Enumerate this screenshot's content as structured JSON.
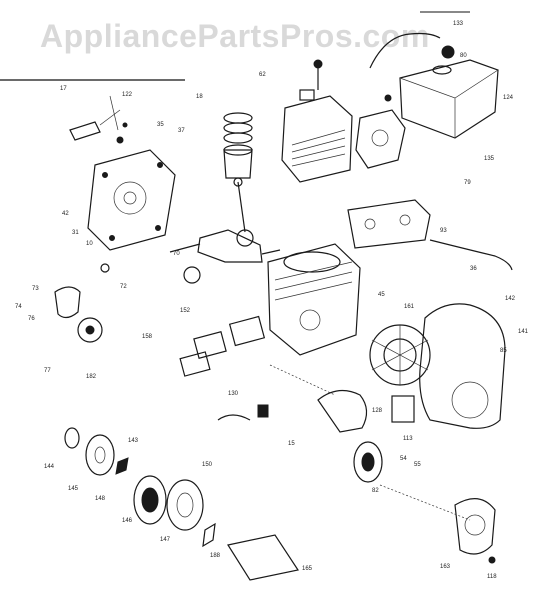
{
  "watermark": "AppliancePartsPros.com",
  "callouts": [
    {
      "id": "c133",
      "text": "133"
    },
    {
      "id": "c80",
      "text": "80"
    },
    {
      "id": "c124",
      "text": "124"
    },
    {
      "id": "c62",
      "text": "62"
    },
    {
      "id": "c17",
      "text": "17"
    },
    {
      "id": "c122",
      "text": "122"
    },
    {
      "id": "c35",
      "text": "35"
    },
    {
      "id": "c37",
      "text": "37"
    },
    {
      "id": "c31",
      "text": "31"
    },
    {
      "id": "c10",
      "text": "10"
    },
    {
      "id": "c42",
      "text": "42"
    },
    {
      "id": "c135",
      "text": "135"
    },
    {
      "id": "c79",
      "text": "79"
    },
    {
      "id": "c93",
      "text": "93"
    },
    {
      "id": "c36",
      "text": "36"
    },
    {
      "id": "c72",
      "text": "72"
    },
    {
      "id": "c73",
      "text": "73"
    },
    {
      "id": "c74",
      "text": "74"
    },
    {
      "id": "c77",
      "text": "77"
    },
    {
      "id": "c182",
      "text": "182"
    },
    {
      "id": "c70",
      "text": "70"
    },
    {
      "id": "c45",
      "text": "45"
    },
    {
      "id": "c161",
      "text": "161"
    },
    {
      "id": "c142",
      "text": "142"
    },
    {
      "id": "c141",
      "text": "141"
    },
    {
      "id": "c85",
      "text": "85"
    },
    {
      "id": "c158",
      "text": "158"
    },
    {
      "id": "c152",
      "text": "152"
    },
    {
      "id": "c130",
      "text": "130"
    },
    {
      "id": "c128",
      "text": "128"
    },
    {
      "id": "c113",
      "text": "113"
    },
    {
      "id": "c15",
      "text": "15"
    },
    {
      "id": "c143",
      "text": "143"
    },
    {
      "id": "c150",
      "text": "150"
    },
    {
      "id": "c144",
      "text": "144"
    },
    {
      "id": "c145",
      "text": "145"
    },
    {
      "id": "c148",
      "text": "148"
    },
    {
      "id": "c146",
      "text": "146"
    },
    {
      "id": "c147",
      "text": "147"
    },
    {
      "id": "c188",
      "text": "188"
    },
    {
      "id": "c82",
      "text": "82"
    },
    {
      "id": "c165",
      "text": "165"
    },
    {
      "id": "c163",
      "text": "163"
    },
    {
      "id": "c118",
      "text": "118"
    },
    {
      "id": "c54",
      "text": "54"
    },
    {
      "id": "c55",
      "text": "55"
    },
    {
      "id": "c76",
      "text": "76"
    },
    {
      "id": "c18",
      "text": "18"
    }
  ]
}
